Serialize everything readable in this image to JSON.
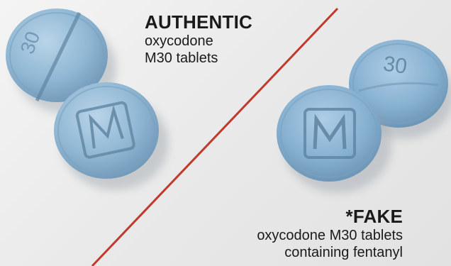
{
  "authentic": {
    "title": "AUTHENTIC",
    "line1": "oxycodone",
    "line2": "M30 tablets"
  },
  "fake": {
    "title": "*FAKE",
    "line1": "oxycodone M30 tablets",
    "line2": "containing fentanyl"
  },
  "colors": {
    "divider": "#c0392b",
    "pill_blue": "#8fb7d3",
    "pill_shadow": "#5f86a3",
    "text": "#1a1a1a"
  }
}
